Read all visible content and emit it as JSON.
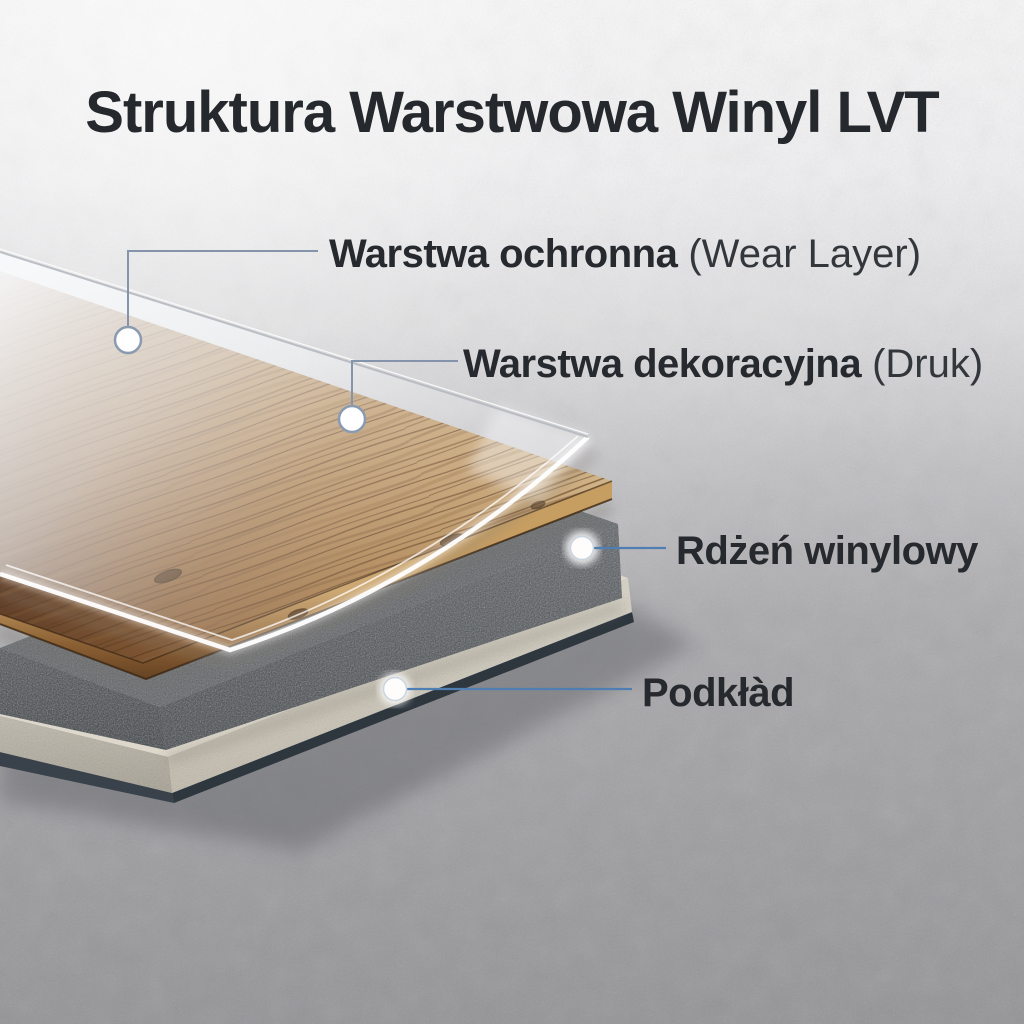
{
  "title": "Struktura Warstwowa Winyl LVT",
  "callouts": [
    {
      "id": "wear-layer",
      "label": "Warstwa ochronna",
      "sublabel": "(Wear Layer)"
    },
    {
      "id": "decor-layer",
      "label": "Warstwa dekoracyjna",
      "sublabel": "(Druk)"
    },
    {
      "id": "vinyl-core",
      "label": "Rdżeń winylowy",
      "sublabel": ""
    },
    {
      "id": "underlay",
      "label": "Podkłàd",
      "sublabel": ""
    }
  ],
  "illustration": {
    "subject": "exploded-layer-stack-of-LVT-vinyl-plank",
    "layers_top_to_bottom": [
      "transparent-wear-layer-sheet",
      "wood-decor-plank",
      "dark-speckled-vinyl-core",
      "light-grey-underlayment",
      "thin-dark-backing"
    ],
    "surface": "grey-concrete-floor"
  },
  "colors": {
    "text": "#25282c",
    "sublabel_text": "#33373c",
    "callout_line_muted": "#8394ab",
    "callout_line_blue": "#4f7fb2",
    "marker_fill": "#ffffff",
    "marker_ring": "#8a9bb1",
    "wood_mid": "#a9815a",
    "wood_edge": "#8a5f33",
    "core_grey": "#45484c",
    "underlayment_grey": "#cdc8bb",
    "backing_dark": "#343c43",
    "floor_top": "#f6f6f7",
    "floor_bottom": "#98979a",
    "wear_sheet_highlight": "#ffffff"
  }
}
